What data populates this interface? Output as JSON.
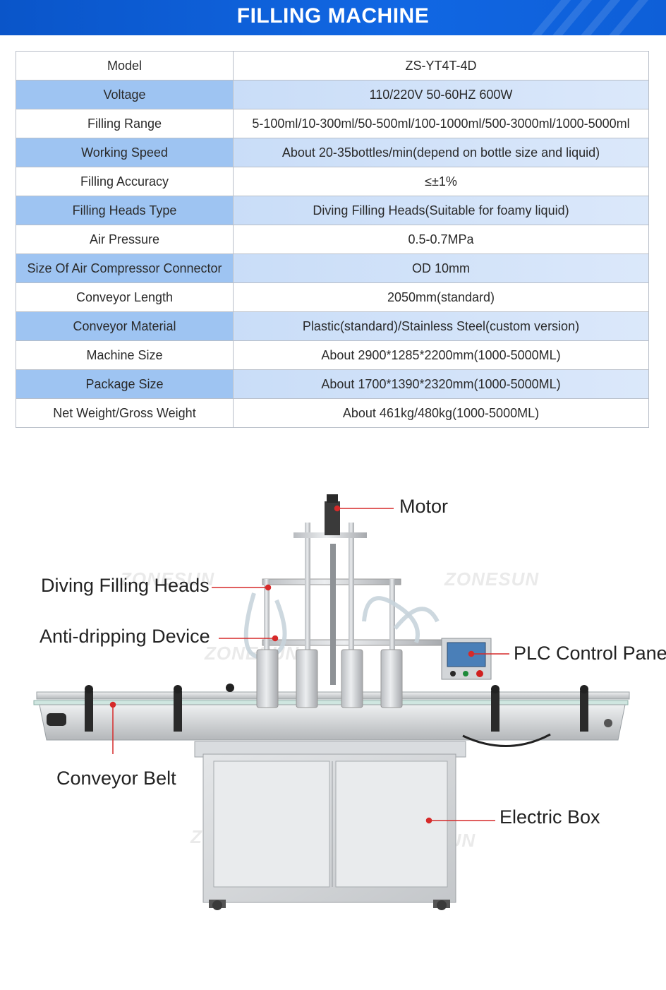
{
  "header": {
    "title": "FILLING MACHINE"
  },
  "specs": [
    {
      "label": "Model",
      "value": "ZS-YT4T-4D"
    },
    {
      "label": "Voltage",
      "value": "110/220V 50-60HZ 600W"
    },
    {
      "label": "Filling Range",
      "value": "5-100ml/10-300ml/50-500ml/100-1000ml/500-3000ml/1000-5000ml"
    },
    {
      "label": "Working Speed",
      "value": "About 20-35bottles/min(depend on bottle size and liquid)"
    },
    {
      "label": "Filling Accuracy",
      "value": "≤±1%"
    },
    {
      "label": "Filling Heads Type",
      "value": "Diving Filling Heads(Suitable for foamy liquid)"
    },
    {
      "label": "Air Pressure",
      "value": "0.5-0.7MPa"
    },
    {
      "label": "Size Of Air Compressor Connector",
      "value": "OD 10mm"
    },
    {
      "label": "Conveyor Length",
      "value": "2050mm(standard)"
    },
    {
      "label": "Conveyor Material",
      "value": "Plastic(standard)/Stainless Steel(custom version)"
    },
    {
      "label": "Machine Size",
      "value": "About 2900*1285*2200mm(1000-5000ML)"
    },
    {
      "label": "Package Size",
      "value": "About 1700*1390*2320mm(1000-5000ML)"
    },
    {
      "label": "Net Weight/Gross Weight",
      "value": "About 461kg/480kg(1000-5000ML)"
    }
  ],
  "callouts": {
    "motor": "Motor",
    "diving_heads": "Diving Filling Heads",
    "anti_drip": "Anti-dripping Device",
    "plc": "PLC Control Panel",
    "conveyor": "Conveyor Belt",
    "electric_box": "Electric Box"
  },
  "watermark": "ZONESUN",
  "colors": {
    "banner": "#1167e3",
    "row_highlight": "#9ec4f2",
    "callout_line": "#d62a2a"
  }
}
